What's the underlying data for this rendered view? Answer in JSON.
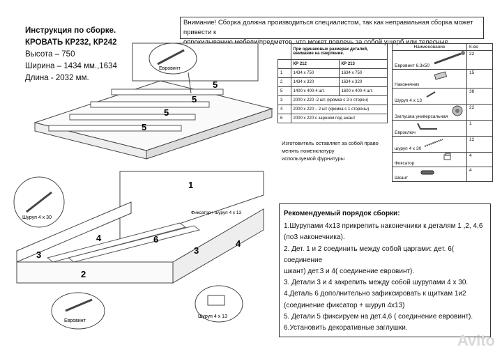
{
  "header": {
    "title": "Инструкция по сборке.",
    "model": "КРОВАТЬ  КР232,   КР242",
    "height": "Высота – 750",
    "width": "Ширина – 1434 мм.,1634",
    "length": "Длина -  2032 мм."
  },
  "warning": {
    "line1": "Внимание! Сборка должна производиться специалистом, так как неправильная сборка может привести к",
    "line2": "опрокидыванию мебели/предметов, что может повлечь  за собой ущерб или телесные повреждения"
  },
  "dims_table": {
    "note_line1": "При одинаковых размерах деталей,",
    "note_line2": "внимание на сверление.",
    "col1": "КР 212",
    "col2": "КР 213",
    "rows": [
      {
        "n": "1",
        "a": "1434 х 750",
        "b": "1634 х 750"
      },
      {
        "n": "2",
        "a": "1434 х 320",
        "b": "1634 х 320"
      },
      {
        "n": "5",
        "a": "1400 х 400-4 шт.",
        "b": "1600 х 400-4 шт."
      },
      {
        "n": "3",
        "a": "2000 х 220 -2 шт. (кромка с 2-х сторон)",
        "b": ""
      },
      {
        "n": "4",
        "a": "2000 х 220 – 2 шт (кромка с 1 стороны)",
        "b": ""
      },
      {
        "n": "6",
        "a": "2000 х 220 с зарезом под шкант",
        "b": ""
      }
    ]
  },
  "parts_table": {
    "col_name": "Наименование",
    "col_qty": "К-во",
    "rows": [
      {
        "name": "Евровинт 6.3х50",
        "qty": "22",
        "icon": "eurovint-icon"
      },
      {
        "name": "Наконечник",
        "qty": "15",
        "icon": "tip-icon"
      },
      {
        "name": "Шуруп 4 х 13",
        "qty": "38",
        "icon": "screw-small-icon"
      },
      {
        "name": "Заглушка универсальная",
        "qty": "22",
        "icon": "cap-icon"
      },
      {
        "name": "Евроключ",
        "qty": "1",
        "icon": "hex-key-icon"
      },
      {
        "name": "шуруп 4 х 30",
        "qty": "12",
        "icon": "screw-long-icon"
      },
      {
        "name": "Фиксатор",
        "qty": "4",
        "icon": "fixator-icon"
      },
      {
        "name": "Шкант",
        "qty": "4",
        "icon": "dowel-icon"
      }
    ]
  },
  "disclaimer": {
    "line1": "Изготовитель оставляет за собой право",
    "line2": "менять номенклатуру",
    "line3": "используемой фурнитуры"
  },
  "diagram_top": {
    "callout": "Евровинт",
    "labels": [
      "5",
      "5",
      "5",
      "5"
    ]
  },
  "diagram_bottom": {
    "callout_screw": "Шуруп 4 х 30",
    "callout_eurovint": "Евровинт",
    "callout_fix": "Фиксатор+ шуруп 4 х 13",
    "callout_screw13": "Шуруп 4 х 13",
    "labels": {
      "p1": "1",
      "p2": "2",
      "p3a": "3",
      "p3b": "3",
      "p4a": "4",
      "p4b": "4",
      "p6": "6"
    }
  },
  "steps": {
    "title": "Рекомендуемый порядок сборки:",
    "items": [
      "1.Шурупами 4х13 прикрепить наконечники к деталям 1 ,2, 4,6",
      "(поЗ наконечника).",
      "2. Дет. 1 и 2 соединить между собой царгами: дет. 6( соединение",
      "шкант)  дет.3 и 4( соединение евровинт).",
      "3. Детали 3 и 4 закрепить между собой шурупами 4 х 30.",
      "4.Деталь 6 дополнительно зафиксировать к щиткам 1и2",
      "(соединение фиксатор + шуруп 4х13)",
      "5. Детали 5 фиксируем на дет.4,6 ( соединение евровинт).",
      "6.Установить декоративные заглушки."
    ]
  },
  "watermark": "Avito"
}
